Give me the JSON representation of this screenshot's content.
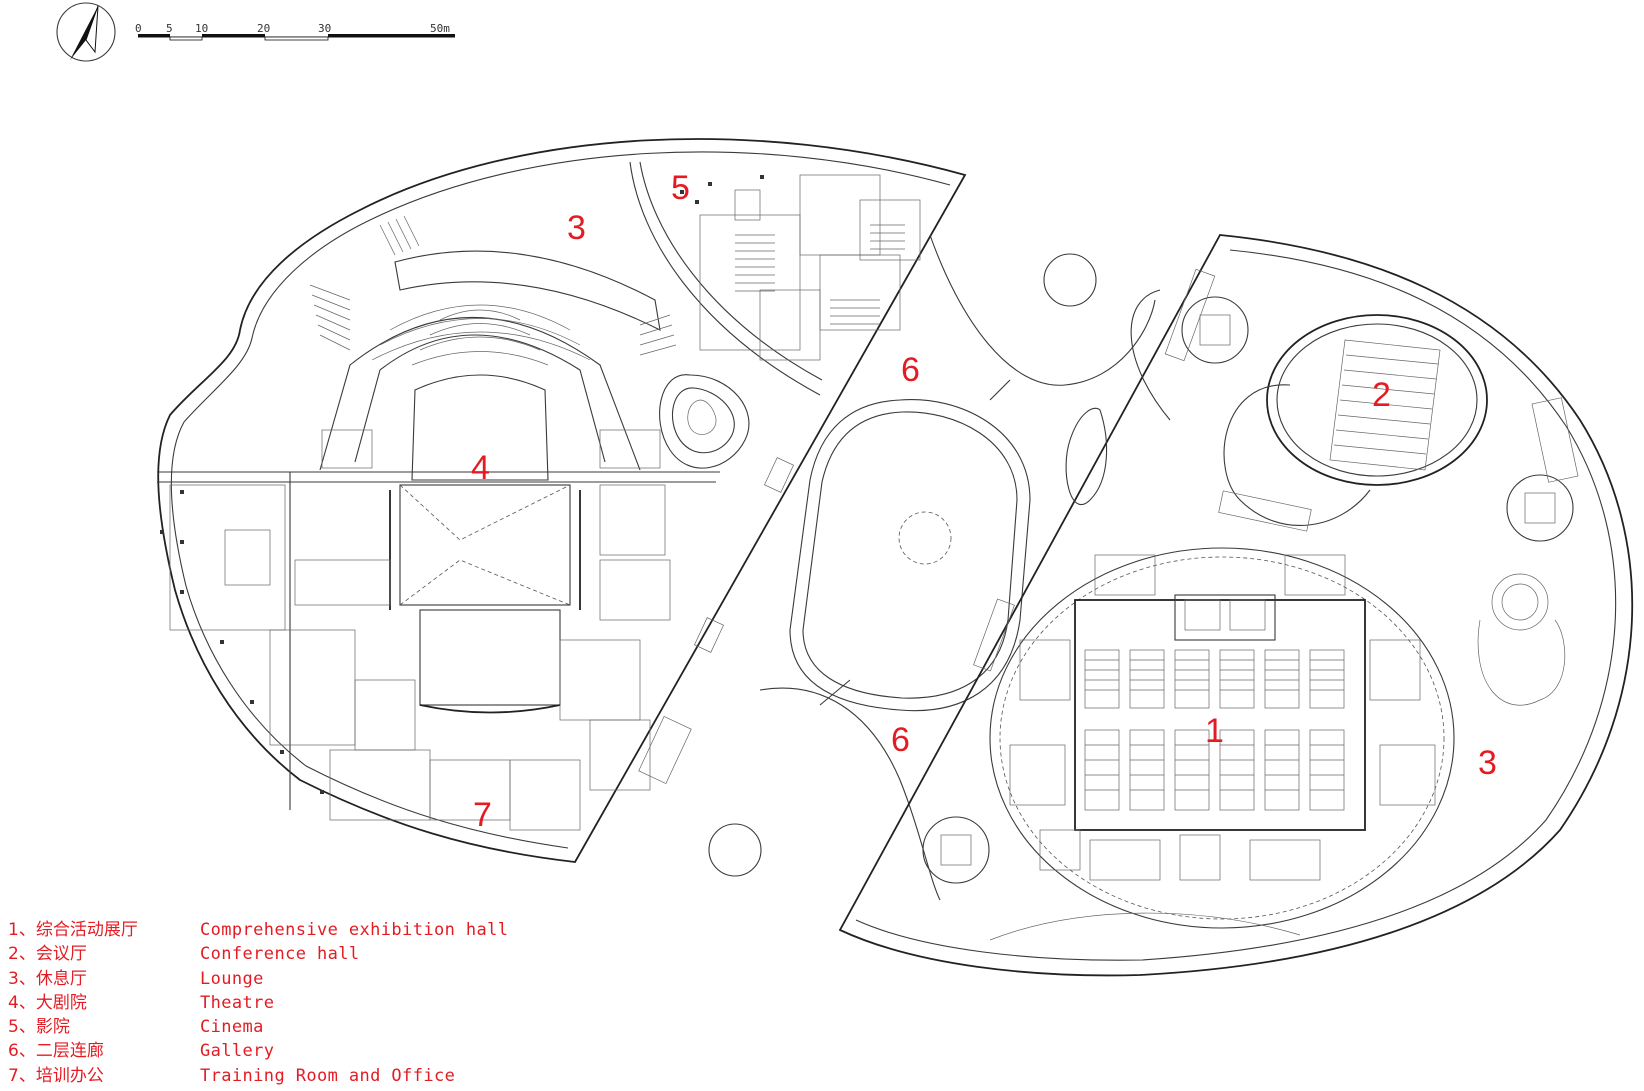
{
  "scale_bar": {
    "ticks": [
      "0",
      "5",
      "10",
      "20",
      "30",
      "50m"
    ]
  },
  "zones": [
    {
      "id": "1",
      "label": "1"
    },
    {
      "id": "2",
      "label": "2"
    },
    {
      "id": "3a",
      "label": "3"
    },
    {
      "id": "3b",
      "label": "3"
    },
    {
      "id": "4",
      "label": "4"
    },
    {
      "id": "5",
      "label": "5"
    },
    {
      "id": "6a",
      "label": "6"
    },
    {
      "id": "6b",
      "label": "6"
    },
    {
      "id": "7",
      "label": "7"
    }
  ],
  "legend": [
    {
      "zh": "1、综合活动展厅",
      "en": "Comprehensive exhibition hall"
    },
    {
      "zh": "2、会议厅",
      "en": "Conference hall"
    },
    {
      "zh": "3、休息厅",
      "en": "Lounge"
    },
    {
      "zh": "4、大剧院",
      "en": "Theatre"
    },
    {
      "zh": "5、影院",
      "en": "Cinema"
    },
    {
      "zh": "6、二层连廊",
      "en": "Gallery"
    },
    {
      "zh": "7、培训办公",
      "en": "Training Room and Office"
    }
  ],
  "colors": {
    "label": "#e31c24",
    "line": "#3a3a3a",
    "background": "#ffffff"
  },
  "icons": [
    "north-arrow-icon"
  ]
}
